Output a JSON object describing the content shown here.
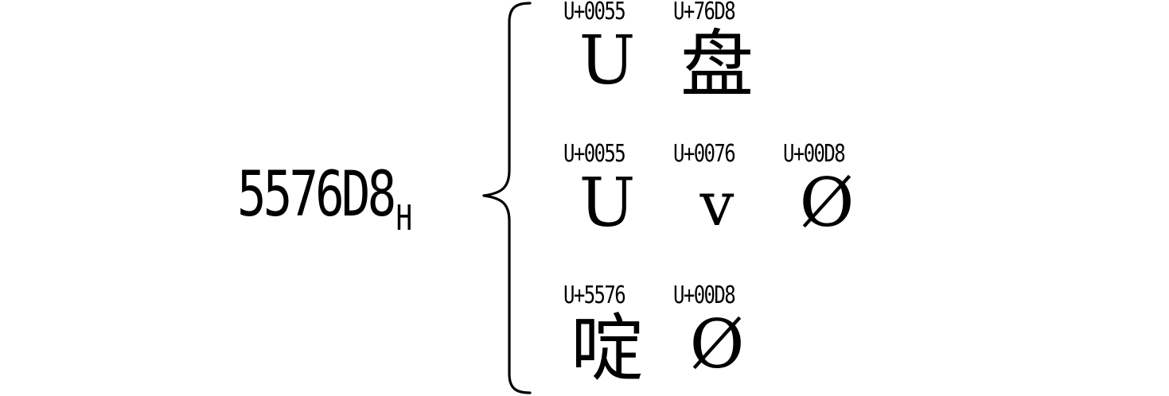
{
  "source_value": {
    "hex": "5576D8",
    "subscript": "H"
  },
  "interpretations": [
    {
      "characters": [
        {
          "code": "U+0055",
          "glyph": "U"
        },
        {
          "code": "U+76D8",
          "glyph": "盘"
        }
      ]
    },
    {
      "characters": [
        {
          "code": "U+0055",
          "glyph": "U"
        },
        {
          "code": "U+0076",
          "glyph": "v"
        },
        {
          "code": "U+00D8",
          "glyph": "Ø"
        }
      ]
    },
    {
      "characters": [
        {
          "code": "U+5576",
          "glyph": "啶"
        },
        {
          "code": "U+00D8",
          "glyph": "Ø"
        }
      ]
    }
  ]
}
